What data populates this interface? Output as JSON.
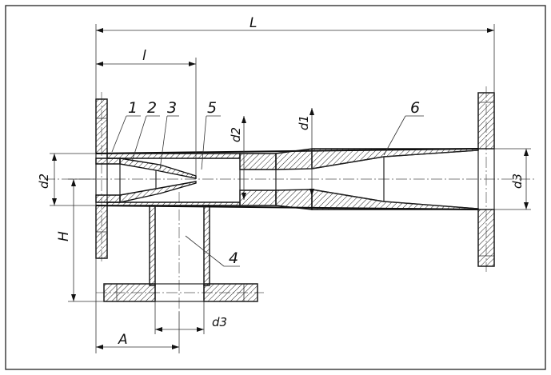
{
  "dimensions": {
    "L": "L",
    "l": "l",
    "d2_left": "d2",
    "d2_top": "d2",
    "d1": "d1",
    "d3_right": "d3",
    "d3_bottom": "d3",
    "H": "H",
    "A": "A"
  },
  "callouts": {
    "c1": "1",
    "c2": "2",
    "c3": "3",
    "c4": "4",
    "c5": "5",
    "c6": "6"
  }
}
